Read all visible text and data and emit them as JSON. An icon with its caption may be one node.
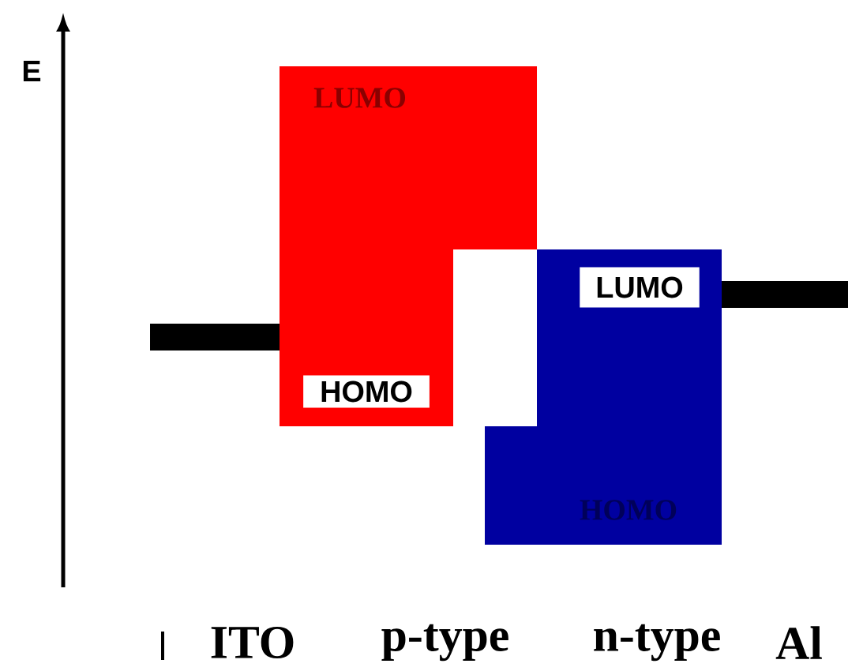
{
  "diagram": {
    "nodes": [
      {
        "text": [
          "LUMO",
          "HOMO"
        ]
      },
      {
        "text": [
          "LUMO",
          "HOMO"
        ]
      },
      {
        "text": [],
        "shape": "bar"
      },
      {
        "text": [],
        "shape": "bar"
      }
    ],
    "edges": [],
    "labels": [
      "E",
      "ITO",
      "p-type",
      "n-type",
      "Al"
    ]
  }
}
